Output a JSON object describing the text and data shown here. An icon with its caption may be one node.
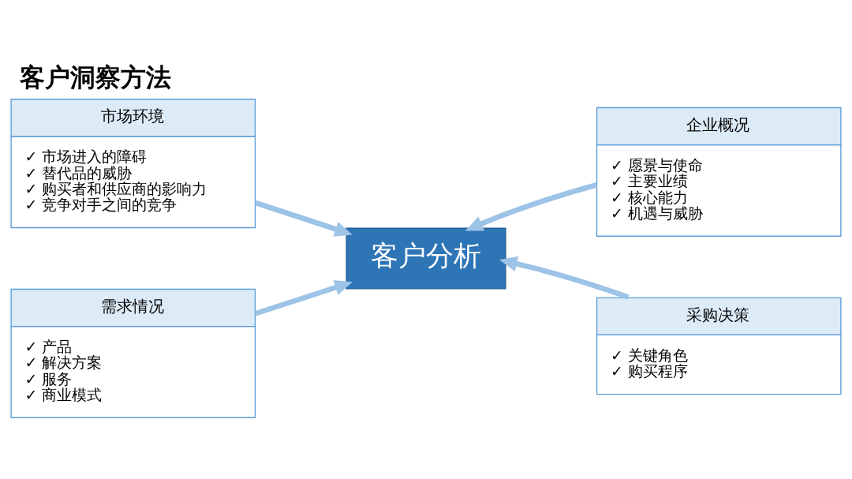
{
  "diagram": {
    "title": "客户洞察方法",
    "nodes": [
      {
        "text": [
          "市场环境",
          "✓ 市场进入的障碍",
          "✓ 替代品的威胁",
          "✓ 购买者和供应商的影响力",
          "✓ 竞争对手之间的竞争"
        ]
      },
      {
        "text": [
          "企业概况",
          "✓ 愿景与使命",
          "✓ 主要业绩",
          "✓ 核心能力",
          "✓ 机遇与威胁"
        ]
      },
      {
        "text": [
          "客户分析"
        ]
      },
      {
        "text": [
          "需求情况",
          "✓ 产品",
          "✓ 解决方案",
          "✓ 服务",
          "✓ 商业模式"
        ]
      },
      {
        "text": [
          "采购决策",
          "✓ 关键角色",
          "✓ 购买程序"
        ]
      }
    ],
    "edges": [
      {
        "from": 0,
        "to": 2,
        "arrow": "to"
      },
      {
        "from": 1,
        "to": 2,
        "arrow": "to"
      },
      {
        "from": 3,
        "to": 2,
        "arrow": "to"
      },
      {
        "from": 4,
        "to": 2,
        "arrow": "to"
      }
    ]
  }
}
